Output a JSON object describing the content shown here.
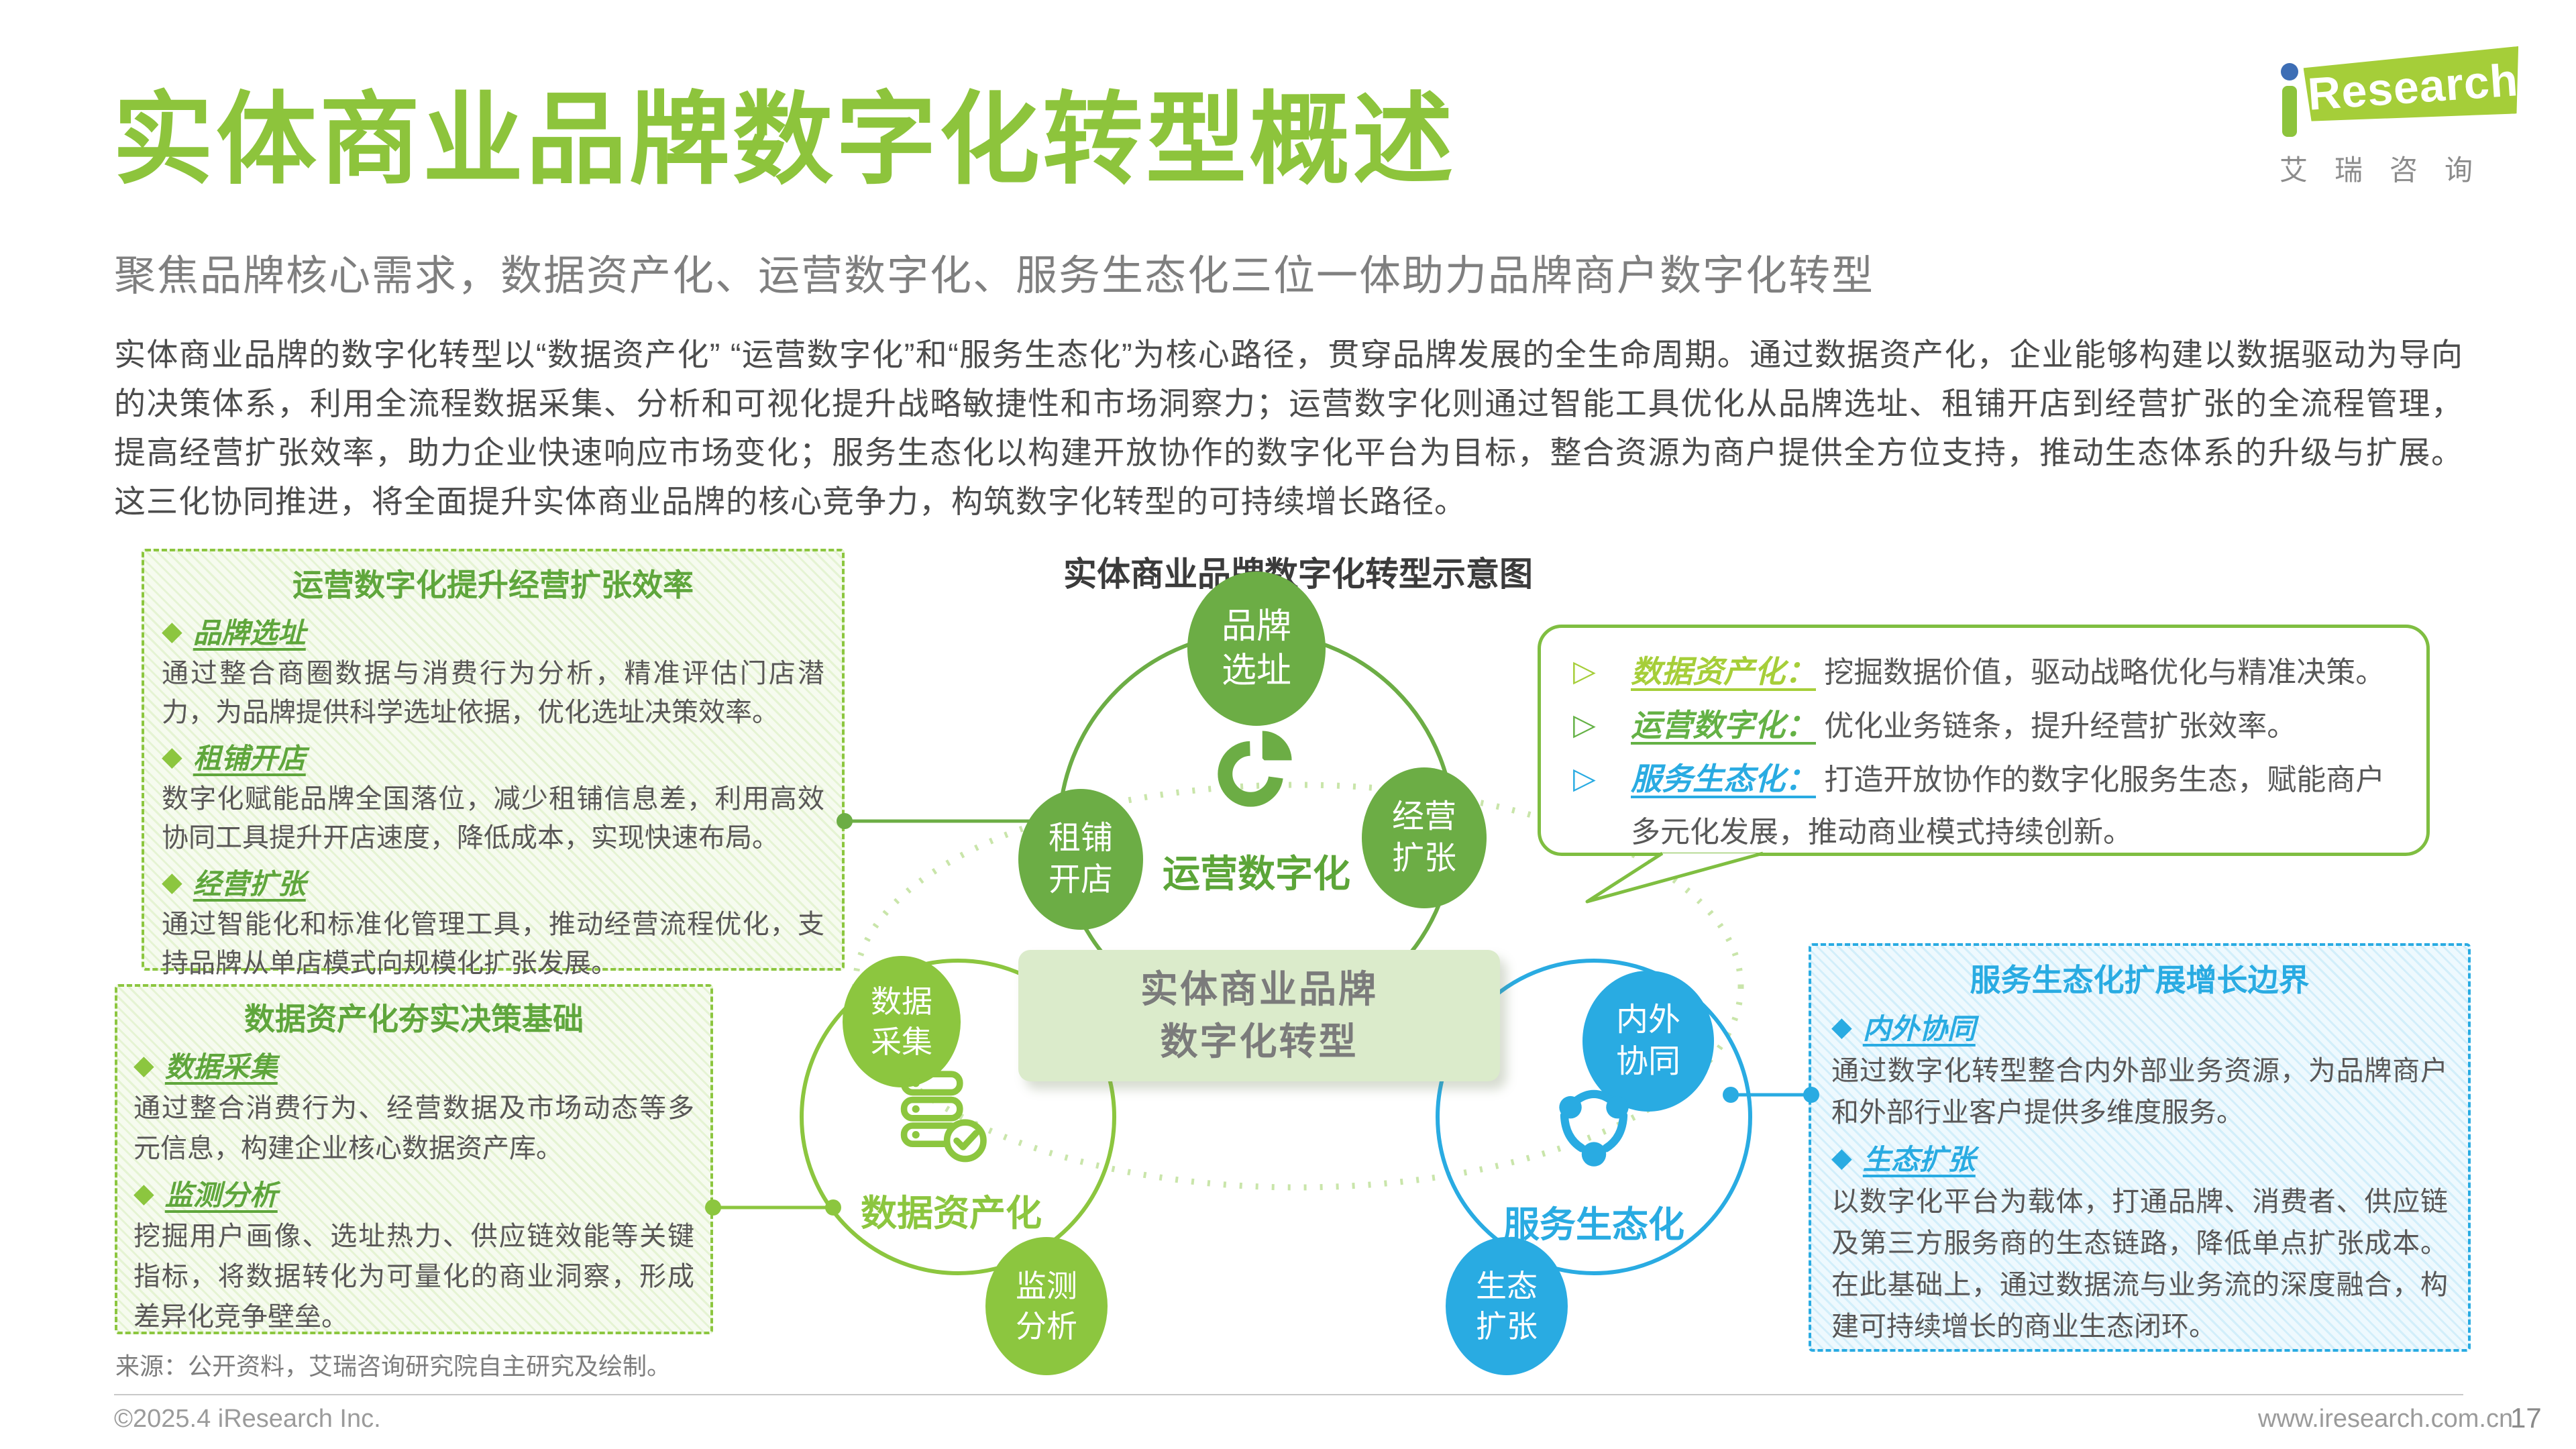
{
  "page": {
    "title": "实体商业品牌数字化转型概述",
    "subtitle": "聚焦品牌核心需求，数据资产化、运营数字化、服务生态化三位一体助力品牌商户数字化转型",
    "paragraph": "实体商业品牌的数字化转型以“数据资产化” “运营数字化”和“服务生态化”为核心路径，贯穿品牌发展的全生命周期。通过数据资产化，企业能够构建以数据驱动为导向的决策体系，利用全流程数据采集、分析和可视化提升战略敏捷性和市场洞察力；运营数字化则通过智能工具优化从品牌选址、租铺开店到经营扩张的全流程管理，提高经营扩张效率，助力企业快速响应市场变化；服务生态化以构建开放协作的数字化平台为目标，整合资源为商户提供全方位支持，推动生态体系的升级与扩展。这三化协同推进，将全面提升实体商业品牌的核心竞争力，构筑数字化转型的可持续增长路径。",
    "source_note": "来源：公开资料，艾瑞咨询研究院自主研究及绘制。"
  },
  "logo": {
    "research_text": "Research",
    "cn_text": "艾瑞咨询"
  },
  "ui": {
    "diamond": "◆",
    "arrow": "▷"
  },
  "diagram": {
    "title": "实体商业品牌数字化转型示意图",
    "center_box": {
      "line1": "实体商业品牌",
      "line2": "数字化转型"
    },
    "rings": [
      {
        "label": "运营数字化",
        "color": "#6cad45",
        "icon": "pie-chart-icon",
        "nodes": [
          "品牌选址",
          "租铺开店",
          "经营扩张"
        ]
      },
      {
        "label": "数据资产化",
        "color": "#8cc63f",
        "icon": "database-check-icon",
        "nodes": [
          "数据采集",
          "监测分析"
        ]
      },
      {
        "label": "服务生态化",
        "color": "#29abe2",
        "icon": "network-icon",
        "nodes": [
          "内外协同",
          "生态扩张"
        ]
      }
    ],
    "node_labels": {
      "xuanzhi": "品牌\n选址",
      "kaidian": "租铺\n开店",
      "kuozhang": "经营\n扩张",
      "caiji": "数据\n采集",
      "jiance": "监测\n分析",
      "xietong": "内外\n协同",
      "shengtai": "生态\n扩张"
    }
  },
  "bubble": {
    "items": [
      {
        "label": "数据资产化：",
        "desc": "挖掘数据价值，驱动战略优化与精准决策。",
        "color": "#a6ce39"
      },
      {
        "label": "运营数字化：",
        "desc": "优化业务链条，提升经营扩张效率。",
        "color": "#64b145"
      },
      {
        "label": "服务生态化：",
        "desc": "打造开放协作的数字化服务生态，赋能商户多元化发展，推动商业模式持续创新。",
        "color": "#29abe2"
      }
    ]
  },
  "panel_operations": {
    "title": "运营数字化提升经营扩张效率",
    "items": [
      {
        "label": "品牌选址",
        "desc": "通过整合商圈数据与消费行为分析，精准评估门店潜力，为品牌提供科学选址依据，优化选址决策效率。"
      },
      {
        "label": "租铺开店",
        "desc": "数字化赋能品牌全国落位，减少租铺信息差，利用高效协同工具提升开店速度，降低成本，实现快速布局。"
      },
      {
        "label": "经营扩张",
        "desc": "通过智能化和标准化管理工具，推动经营流程优化，支持品牌从单店模式向规模化扩张发展。"
      }
    ]
  },
  "panel_data": {
    "title": "数据资产化夯实决策基础",
    "items": [
      {
        "label": "数据采集",
        "desc": "通过整合消费行为、经营数据及市场动态等多元信息，构建企业核心数据资产库。"
      },
      {
        "label": "监测分析",
        "desc": "挖掘用户画像、选址热力、供应链效能等关键指标，将数据转化为可量化的商业洞察，形成差异化竞争壁垒。"
      }
    ]
  },
  "panel_service": {
    "title": "服务生态化扩展增长边界",
    "items": [
      {
        "label": "内外协同",
        "desc": "通过数字化转型整合内外部业务资源，为品牌商户和外部行业客户提供多维度服务。"
      },
      {
        "label": "生态扩张",
        "desc": "以数字化平台为载体，打通品牌、消费者、供应链及第三方服务商的生态链路，降低单点扩张成本。在此基础上，通过数据流与业务流的深度融合，构建可持续增长的商业生态闭环。"
      }
    ]
  },
  "footer": {
    "copyright": "©2025.4 iResearch Inc.",
    "website": "www.iresearch.com.cn",
    "page_number": "17"
  },
  "colors": {
    "brand_green": "#8dc43c",
    "flag_green": "#a5ce39",
    "mid_green": "#6cad45",
    "light_green": "#8cc63f",
    "blue": "#29abe2",
    "text_gray": "#595757"
  }
}
